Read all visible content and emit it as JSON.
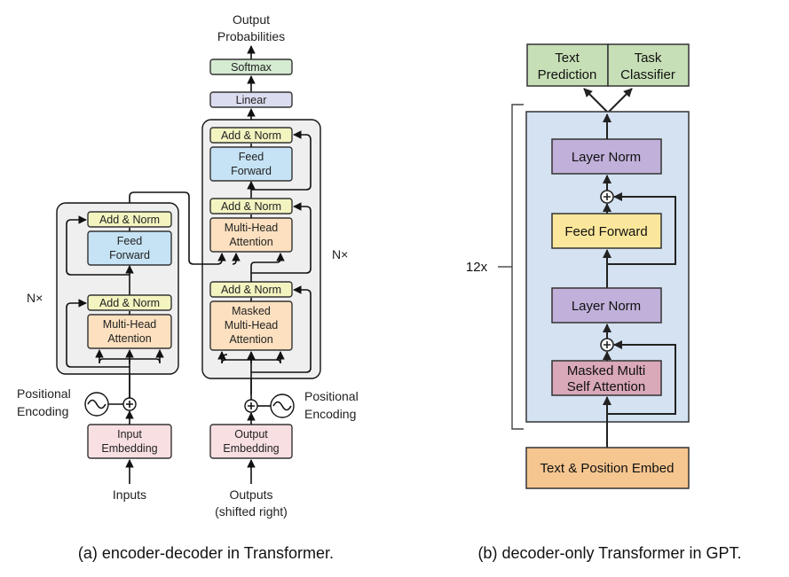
{
  "transformer": {
    "output_probabilities": [
      "Output",
      "Probabilities"
    ],
    "softmax": "Softmax",
    "linear": "Linear",
    "add_norm": "Add & Norm",
    "feed_forward": [
      "Feed",
      "Forward"
    ],
    "multi_head_attention": [
      "Multi-Head",
      "Attention"
    ],
    "masked_multi_head_attention": [
      "Masked",
      "Multi-Head",
      "Attention"
    ],
    "nx": "N×",
    "positional_encoding": [
      "Positional",
      "Encoding"
    ],
    "input_embedding": [
      "Input",
      "Embedding"
    ],
    "output_embedding": [
      "Output",
      "Embedding"
    ],
    "inputs": "Inputs",
    "outputs": [
      "Outputs",
      "(shifted right)"
    ],
    "caption": "(a) encoder-decoder in Transformer."
  },
  "gpt": {
    "text_prediction": [
      "Text",
      "Prediction"
    ],
    "task_classifier": [
      "Task",
      "Classifier"
    ],
    "layer_norm": "Layer Norm",
    "feed_forward": "Feed Forward",
    "masked_multi_self_attention": [
      "Masked Multi",
      "Self Attention"
    ],
    "text_position_embed": "Text & Position Embed",
    "repeat": "12x",
    "caption": "(b) decoder-only Transformer in GPT."
  },
  "colors": {
    "add_norm": "#f3f4c0",
    "feed_forward": "#c6e3f5",
    "attention": "#fce0bf",
    "embedding": "#f8dfe2",
    "linear": "#dcdcf0",
    "softmax": "#d5ebd2",
    "block_bg": "#efefef",
    "gpt_bg": "#d4e2f2",
    "gpt_head": "#c7dfb6",
    "gpt_layer_norm": "#c0b0da",
    "gpt_ff": "#fbe79b",
    "gpt_attn": "#d9a8b9",
    "gpt_embed": "#f6c690"
  }
}
